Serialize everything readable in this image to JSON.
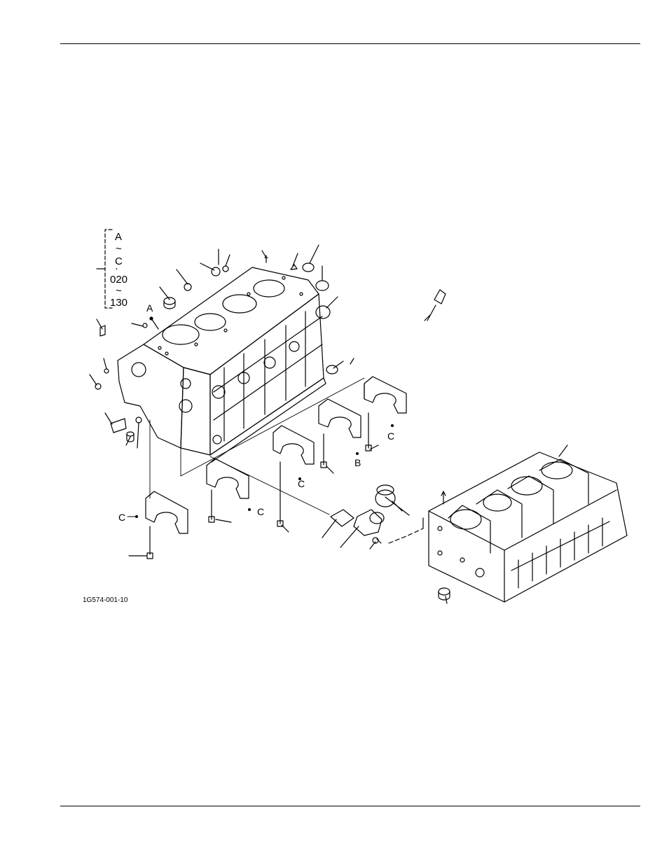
{
  "figure_id": "1G574-001-10",
  "range_annotation": [
    "A",
    "~",
    "C",
    "·",
    "020",
    "~",
    "130"
  ],
  "callout_letters": {
    "a": "A",
    "b": "B",
    "c": "C"
  },
  "colors": {
    "ink": "#000000",
    "paper": "#ffffff"
  }
}
